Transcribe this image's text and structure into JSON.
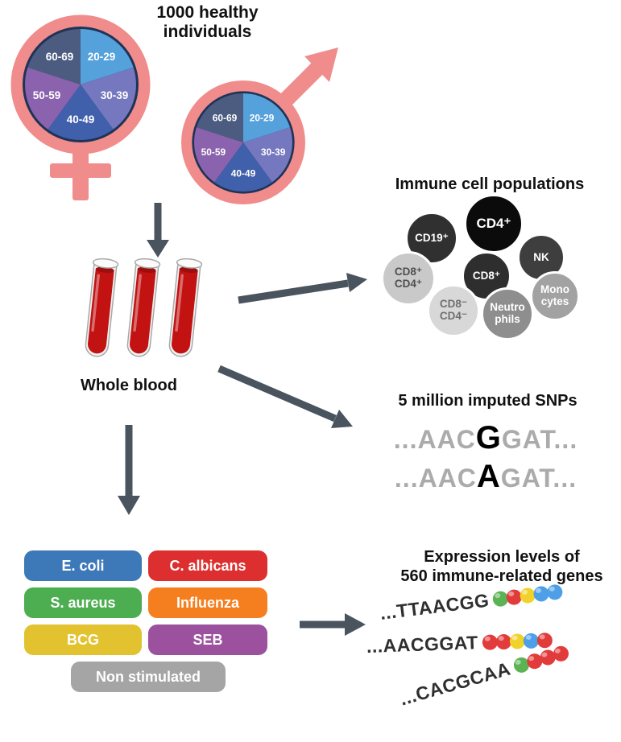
{
  "palette": {
    "pink": "#F18C8C",
    "arrow": "#4A545F",
    "navy": "#1E3356",
    "blood": "#C21212"
  },
  "header": {
    "line1": "1000 healthy",
    "line2": "individuals"
  },
  "age_groups": [
    {
      "label": "20-29",
      "color": "#55A1DB"
    },
    {
      "label": "30-39",
      "color": "#7577BF"
    },
    {
      "label": "40-49",
      "color": "#4160AB"
    },
    {
      "label": "50-59",
      "color": "#8A62AD"
    },
    {
      "label": "60-69",
      "color": "#4C5C80"
    }
  ],
  "whole_blood": {
    "label": "Whole blood"
  },
  "immune": {
    "title": "Immune cell populations",
    "cells": [
      {
        "id": "cd19",
        "label": "CD19⁺",
        "bg": "#303030",
        "fg": "#FFFFFF"
      },
      {
        "id": "cd4",
        "label": "CD4⁺",
        "bg": "#0B0B0B",
        "fg": "#FFFFFF"
      },
      {
        "id": "nk",
        "label": "NK",
        "bg": "#3E3E3E",
        "fg": "#FFFFFF"
      },
      {
        "id": "cd8",
        "label": "CD8⁺",
        "bg": "#2E2E2E",
        "fg": "#FFFFFF"
      },
      {
        "id": "cd8pos-cd4pos",
        "label": "CD8⁺\nCD4⁺",
        "bg": "#C9C9C9",
        "fg": "#4F4F4F"
      },
      {
        "id": "cd8neg-cd4neg",
        "label": "CD8⁻\nCD4⁻",
        "bg": "#D8D8D8",
        "fg": "#6F6F6F"
      },
      {
        "id": "neutrophils",
        "label": "Neutro\nphils",
        "bg": "#8E8E8E",
        "fg": "#FFFFFF"
      },
      {
        "id": "monocytes",
        "label": "Mono\ncytes",
        "bg": "#A2A2A2",
        "fg": "#FFFFFF"
      }
    ]
  },
  "snps": {
    "title": "5 million imputed SNPs",
    "rows": [
      {
        "pre": "...AAC",
        "variant": "G",
        "post": "GAT..."
      },
      {
        "pre": "...AAC",
        "variant": "A",
        "post": "GAT..."
      }
    ]
  },
  "stimulations": [
    {
      "label": "E. coli",
      "color": "#3D79B8"
    },
    {
      "label": "C. albicans",
      "color": "#DD2F2F"
    },
    {
      "label": "S. aureus",
      "color": "#4CAE50"
    },
    {
      "label": "Influenza",
      "color": "#F57E1F"
    },
    {
      "label": "BCG",
      "color": "#E2C32F"
    },
    {
      "label": "SEB",
      "color": "#9C519E"
    },
    {
      "label": "Non stimulated",
      "color": "#A5A5A5"
    }
  ],
  "expression": {
    "line1": "Expression levels of",
    "line2": "560 immune-related genes",
    "sequences": [
      {
        "text": "...TTAACGG",
        "dots": [
          "#5CB353",
          "#E23B3B",
          "#F0D22B",
          "#4D9FE8",
          "#4D9FE8"
        ]
      },
      {
        "text": "...AACGGAT",
        "dots": [
          "#E23B3B",
          "#E23B3B",
          "#F0D22B",
          "#4D9FE8",
          "#E23B3B"
        ]
      },
      {
        "text": "...CACGCAA",
        "dots": [
          "#5CB353",
          "#E23B3B",
          "#E23B3B",
          "#E23B3B"
        ]
      }
    ]
  }
}
